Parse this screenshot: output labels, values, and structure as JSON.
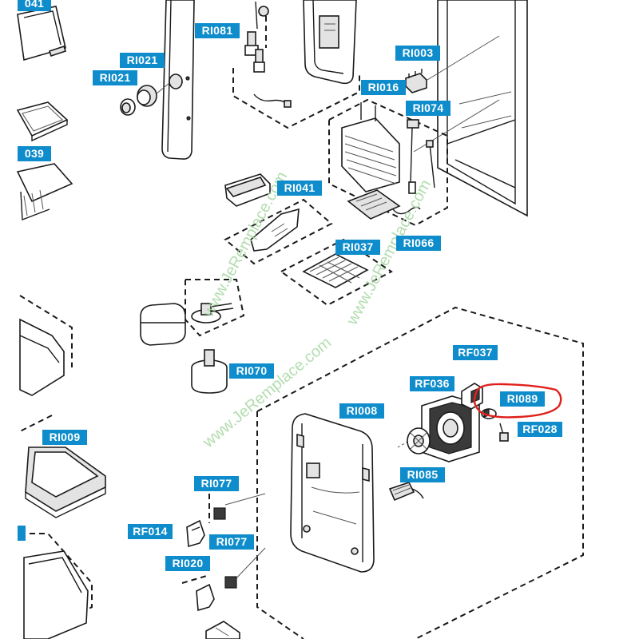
{
  "diagram": {
    "part_labels": {
      "ri041_top": "041",
      "ri039": "039",
      "ri081": "RI081",
      "ri021_a": "RI021",
      "ri021_b": "RI021",
      "ri003": "RI003",
      "ri016": "RI016",
      "ri074": "RI074",
      "ri041": "RI041",
      "ri066": "RI066",
      "ri037": "RI037",
      "ri070": "RI070",
      "rf037": "RF037",
      "rf036": "RF036",
      "ri089": "RI089",
      "ri008": "RI008",
      "rf028": "RF028",
      "ri009": "RI009",
      "ri085": "RI085",
      "ri077_a": "RI077",
      "rf014": "RF014",
      "ri077_b": "RI077",
      "ri020": "RI020"
    },
    "watermark": "www.JeRemplace.com",
    "highlight_color": "#e0201c",
    "label_color": "#0e8ccb"
  }
}
